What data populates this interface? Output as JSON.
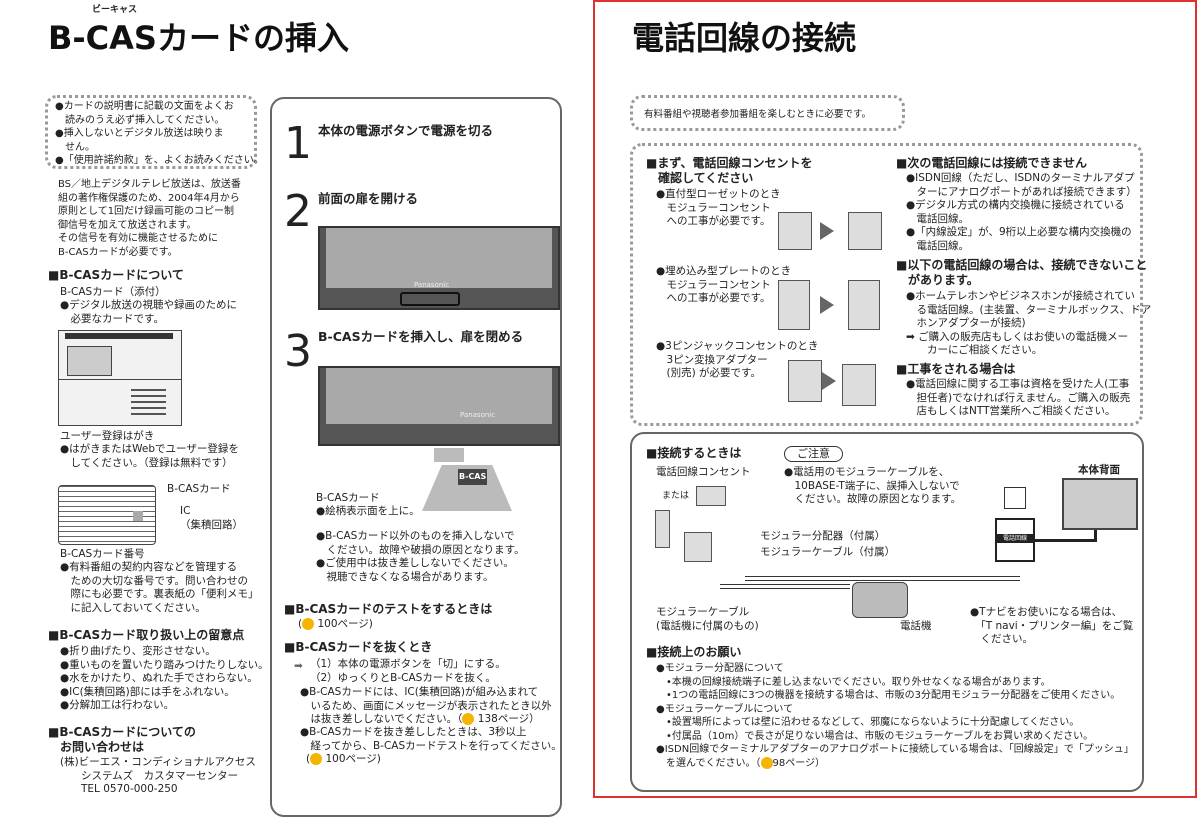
{
  "left": {
    "ruby": "ビーキャス",
    "title": "B-CASカードの挿入",
    "notice": "●カードの説明書に記載の文面をよくお\n　読みのうえ必ず挿入してください。\n●挿入しないとデジタル放送は映りま\n　せん。\n●「使用許諾約款」を、よくお読みください。",
    "intro": "BS／地上デジタルテレビ放送は、放送番\n組の著作権保護のため、2004年4月から\n原則として1回だけ録画可能のコピー制\n御信号を加えて放送されます。\nその信号を有効に機能させるために\nB-CASカードが必要です。",
    "about_heading": "■B-CASカードについて",
    "card_attached": "B-CASカード（添付）",
    "card_attached_desc": "●デジタル放送の視聴や録画のために\n　必要なカードです。",
    "postcard_label": "ユーザー登録はがき",
    "postcard_desc": "●はがきまたはWebでユーザー登録を\n　してください。（登録は無料です）",
    "card_label": "B-CASカード",
    "ic_label": "IC\n（集積回路）",
    "card_number_label": "B-CASカード番号",
    "card_number_desc": "●有料番組の契約内容などを管理する\n　ための大切な番号です。問い合わせの\n　際にも必要です。裏表紙の「便利メモ」\n　に記入しておいてください。",
    "handling_heading": "■B-CASカード取り扱い上の留意点",
    "handling_items": "●折り曲げたり、変形させない。\n●重いものを置いたり踏みつけたりしない。\n●水をかけたり、ぬれた手でさわらない。\n●IC(集積回路)部には手をふれない。\n●分解加工は行わない。",
    "contact_heading": "■B-CASカードについての\n　お問い合わせは",
    "contact_body": "(株)ビーエス・コンディショナルアクセス\n　　システムズ　カスタマーセンター\n　　TEL 0570-000-250"
  },
  "steps": {
    "s1_num": "1",
    "s1_text": "本体の電源ボタンで電源を切る",
    "s2_num": "2",
    "s2_text": "前面の扉を開ける",
    "s3_num": "3",
    "s3_text": "B-CASカードを挿入し、扉を閉める",
    "brand": "Panasonic",
    "card_art": "B-CAS",
    "card_caption": "B-CASカード",
    "card_caption_desc": "●絵柄表示面を上に。",
    "warnings": "●B-CASカード以外のものを挿入しないで\n　ください。故障や破損の原因となります。\n●ご使用中は抜き差ししないでください。\n　視聴できなくなる場合があります。",
    "test_heading": "■B-CASカードのテストをするときは",
    "test_ref": "100ページ",
    "remove_heading": "■B-CASカードを抜くとき",
    "remove_steps": "（1）本体の電源ボタンを「切」にする。\n（2）ゆっくりとB-CASカードを抜く。",
    "remove_note1": "●B-CASカードには、IC(集積回路)が組み込まれて\n　いるため、画面にメッセージが表示されたとき以外\n　は抜き差ししないでください。（",
    "remove_note1_ref": "138ページ）",
    "remove_note2": "●B-CASカードを抜き差ししたときは、3秒以上\n　経ってから、B-CASカードテストを行ってください。",
    "remove_note2_ref": "100ページ"
  },
  "right": {
    "title": "電話回線の接続",
    "purpose": "有料番組や視聴者参加番組を楽しむときに必要です。",
    "check_heading": "■まず、電話回線コンセントを\n　確認してください",
    "case1": "●直付型ローゼットのとき\n　モジュラーコンセント\n　への工事が必要です。",
    "case2": "●埋め込み型プレートのとき\n　モジュラーコンセント\n　への工事が必要です。",
    "case3": "●3ピンジャックコンセントのとき\n　3ピン変換アダプター\n　(別売) が必要です。",
    "cannot_heading": "■次の電話回線には接続できません",
    "cannot_items": "●ISDN回線（ただし、ISDNのターミナルアダプ\n　ターにアナログポートがあれば接続できます）\n●デジタル方式の構内交換機に接続されている\n　電話回線。\n●「内線設定」が、9桁以上必要な構内交換機の\n　電話回線。",
    "maybe_heading": "■以下の電話回線の場合は、接続できないこと\n　があります。",
    "maybe_items": "●ホームテレホンやビジネスホンが接続されてい\n　る電話回線。(主装置、ターミナルボックス、ドア\n　ホンアダプターが接続)\n➡ ご購入の販売店もしくはお使いの電話機メー\n　　カーにご相談ください。",
    "work_heading": "■工事をされる場合は",
    "work_items": "●電話回線に関する工事は資格を受けた人(工事\n　担任者)でなければ行えません。ご購入の販売\n　店もしくはNTT営業所へご相談ください。",
    "connect_heading": "■接続するときは",
    "caution_label": "ご注意",
    "caution_text": "●電話用のモジュラーケーブルを、\n　10BASE-T端子に、誤挿入しないで\n　ください。故障の原因となります。",
    "outlet_label": "電話回線コンセント",
    "or_label": "または",
    "splitter_label": "モジュラー分配器（付属）",
    "cable_label": "モジュラーケーブル（付属）",
    "phone_cable_label": "モジュラーケーブル\n(電話機に付属のもの)",
    "phone_label": "電話機",
    "rear_label": "本体背面",
    "port_label": "電話回線",
    "tnavi_note": "●Tナビをお使いになる場合は、\n　「T navi・プリンター編」をご覧\n　ください。",
    "requests_heading": "■接続上のお願い",
    "requests_items": "●モジュラー分配器について\n　•本機の回線接続端子に差し込まないでください。取り外せなくなる場合があります。\n　•1つの電話回線に3つの機器を接続する場合は、市販の3分配用モジュラー分配器をご使用ください。\n●モジュラーケーブルについて\n　•設置場所によっては壁に沿わせるなどして、邪魔にならないように十分配慮してください。\n　•付属品（10m）で長さが足りない場合は、市販のモジュラーケーブルをお買い求めください。\n●ISDN回線でターミナルアダプターのアナログポートに接続している場合は、「回線設定」で「プッシュ」\n　を選んでください。（",
    "requests_ref": "98ページ）"
  },
  "colors": {
    "highlight_border": "#e03030",
    "ref_icon": "#f5b400"
  }
}
